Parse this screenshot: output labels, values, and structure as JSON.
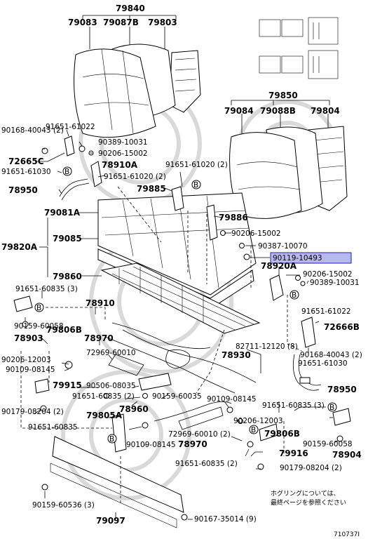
{
  "labels": {
    "p79840": "79840",
    "p79083": "79083",
    "p79087b": "79087B",
    "p79803": "79803",
    "p79850": "79850",
    "p79084": "79084",
    "p79088b": "79088B",
    "p79804": "79804",
    "p91651_61022_top": "91651-61022",
    "p90168_40043_l": "90168-40043 (2)",
    "p90389_10031_l": "90389-10031",
    "p90206_15002_l": "90206-15002",
    "p72665c": "72665C",
    "p78910a": "78910A",
    "p91651_61030_l": "91651-61030",
    "p91651_61020_2a": "91651-61020 (2)",
    "p91651_61020_2b": "91651-61020 (2)",
    "p78950_l": "78950",
    "p79885": "79885",
    "p79886": "79886",
    "p79081a": "79081A",
    "p90206_15002_m": "90206-15002",
    "p90387_10070": "90387-10070",
    "p90119_10493": "90119-10493",
    "p79820a": "79820A",
    "p79085": "79085",
    "p78920a": "78920A",
    "p90206_15002_r": "90206-15002",
    "p90389_10031_r": "90389-10031",
    "p79860": "79860",
    "p91651_60835_3a": "91651-60835 (3)",
    "p91651_61022_r": "91651-61022",
    "p78910": "78910",
    "p90159_60058_l": "90159-60058",
    "p79806b_l": "79806B",
    "p78903": "78903",
    "p78970_u": "78970",
    "p72666b": "72666B",
    "p72969_60010_u": "72969-60010",
    "p82711_12120": "82711-12120 (8)",
    "p90168_40043_r": "90168-40043 (2)",
    "p90206_12003_l": "90206-12003",
    "p90109_08145_l": "90109-08145",
    "p78930": "78930",
    "p91651_61030_r": "91651-61030",
    "p79915": "79915",
    "p90506_08035": "90506-08035",
    "p78950_r": "78950",
    "p91651_60835_2a": "91651-60835 (2)",
    "p90159_60035": "90159-60035",
    "p90109_08145_m": "90109-08145",
    "p90179_08204_2a": "90179-08204 (2)",
    "p78960": "78960",
    "p91651_60835_3b": "91651-60835 (3)",
    "p79805a": "79805A",
    "p90206_12003_r": "90206-12003",
    "p91651_60835_l": "91651-60835",
    "p72969_60010_d": "72969-60010 (2)",
    "p79806b_r": "79806B",
    "p90109_08145_d": "90109-08145",
    "p78970_d": "78970",
    "p79916": "79916",
    "p90159_60058_r": "90159-60058",
    "p78904": "78904",
    "p91651_60835_2b": "91651-60835 (2)",
    "p90179_08204_2b": "90179-08204 (2)",
    "p90159_60536": "90159-60536 (3)",
    "p79097": "79097",
    "p90167_35014": "90167-35014 (9)"
  },
  "note": {
    "line1": "ホグリングについては、",
    "line2": "最終ページを参照ください"
  },
  "callout_marker": "B",
  "diagram_code": "710737I",
  "colors": {
    "highlight_fill": "#b8b8f0",
    "highlight_border": "#2020a0"
  }
}
